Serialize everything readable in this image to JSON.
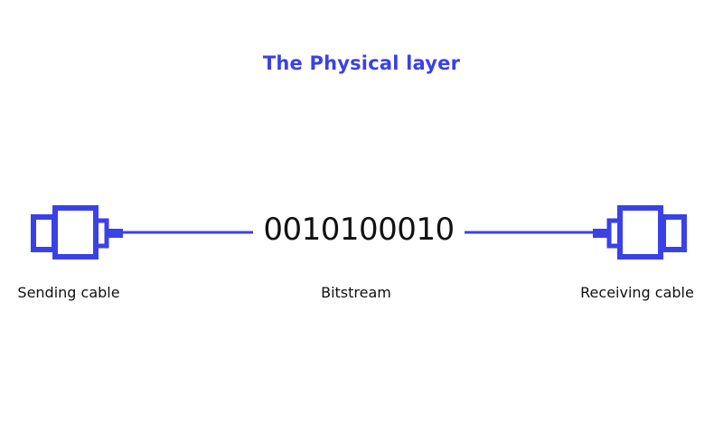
{
  "title": "The Physical layer",
  "bitstream_value": "0010100010",
  "labels": {
    "sending": "Sending cable",
    "bitstream": "Bitstream",
    "receiving": "Receiving cable"
  },
  "colors": {
    "accent": "#3a41e6",
    "text": "#111111",
    "background": "#ffffff"
  },
  "icons": {
    "left": "plug-connector-icon",
    "right": "plug-connector-icon"
  }
}
